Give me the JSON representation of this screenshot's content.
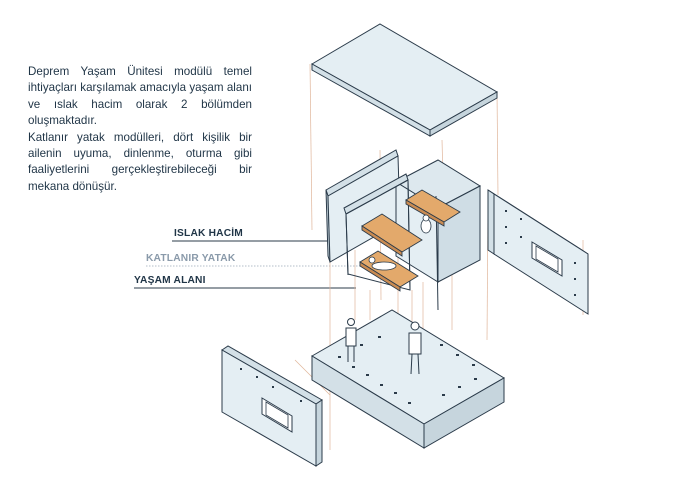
{
  "description": [
    "Deprem Yaşam Ünitesi modülü temel ihtiyaçları karşılamak amacıyla yaşam alanı ve ıslak hacim olarak 2 bölümden oluşmaktadır.",
    "Katlanır yatak modülleri, dört kişilik bir ailenin uyuma, dinlenme, oturma gibi faaliyetlerini gerçekleştirebileceği bir mekana dönüşür."
  ],
  "labels": {
    "islak_hacim": "ISLAK HACİM",
    "katlanir_yatak": "KATLANIR YATAK",
    "yasam_alani": "YAŞAM ALANI"
  },
  "colors": {
    "panel": "#e4eef3",
    "outline": "#2b3b4a",
    "bed": "#e3a96b",
    "guide": "#e0b59a",
    "label_dark": "#1f3446",
    "label_light": "#8a9aaa"
  }
}
